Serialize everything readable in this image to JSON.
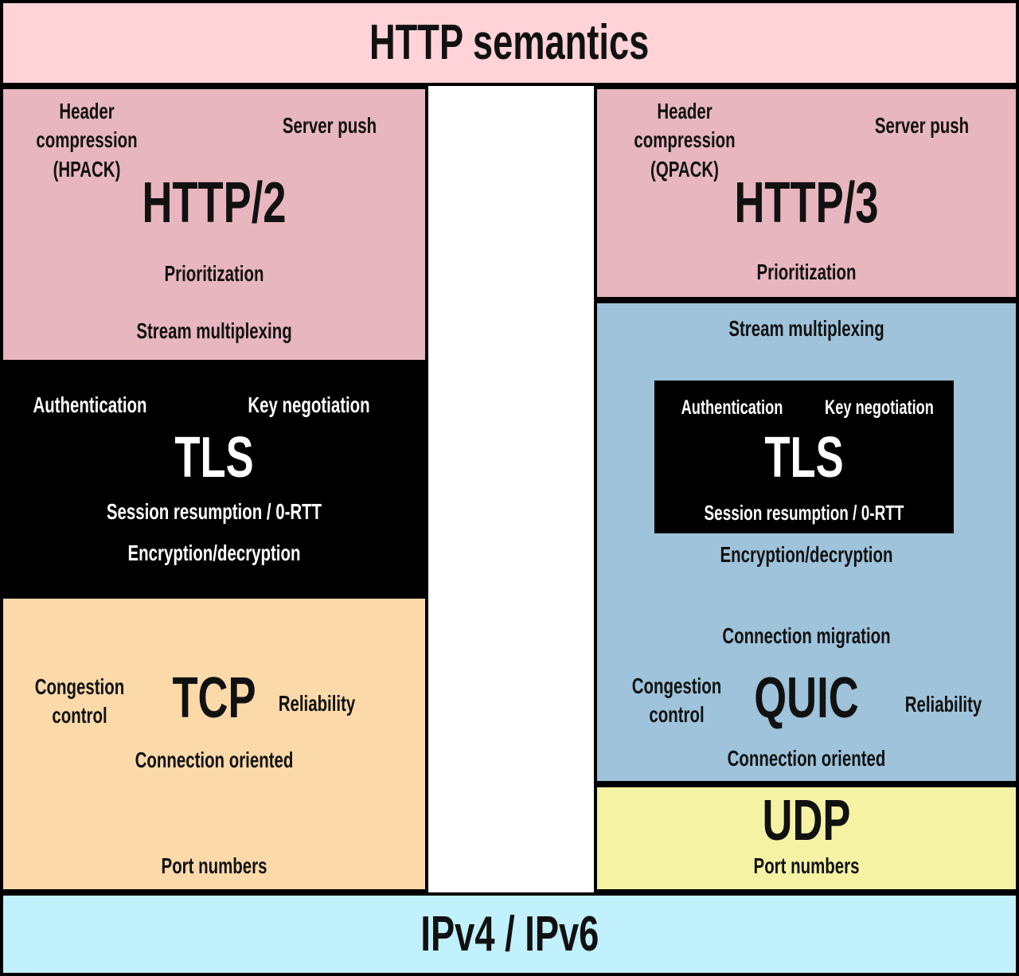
{
  "banner": {
    "title": "HTTP semantics"
  },
  "footer": {
    "title": "IPv4 / IPv6"
  },
  "http2": {
    "title": "HTTP/2",
    "header_compression": "Header compression",
    "codec": "(HPACK)",
    "server_push": "Server push",
    "prioritization": "Prioritization",
    "stream_multiplexing": "Stream multiplexing"
  },
  "tls2": {
    "title": "TLS",
    "authentication": "Authentication",
    "key_negotiation": "Key negotiation",
    "session_resumption": "Session resumption / 0-RTT",
    "encryption": "Encryption/decryption"
  },
  "tcp": {
    "title": "TCP",
    "congestion_control": "Congestion control",
    "reliability": "Reliability",
    "connection_oriented": "Connection oriented",
    "port_numbers": "Port numbers"
  },
  "http3": {
    "title": "HTTP/3",
    "header_compression": "Header compression",
    "codec": "(QPACK)",
    "server_push": "Server push",
    "prioritization": "Prioritization"
  },
  "quic": {
    "title": "QUIC",
    "stream_multiplexing": "Stream multiplexing",
    "encryption": "Encryption/decryption",
    "connection_migration": "Connection migration",
    "congestion_control": "Congestion control",
    "reliability": "Reliability",
    "connection_oriented": "Connection oriented"
  },
  "tls3": {
    "title": "TLS",
    "authentication": "Authentication",
    "key_negotiation": "Key negotiation",
    "session_resumption": "Session resumption / 0-RTT"
  },
  "udp": {
    "title": "UDP",
    "port_numbers": "Port numbers"
  },
  "colors": {
    "banner_pink": "#ffd3d8",
    "http_rose": "#e8b6bf",
    "tls_black": "#000000",
    "tcp_peach": "#fbd9a9",
    "quic_blue": "#9ec3da",
    "udp_yellow": "#f5f3a3",
    "ip_cyan": "#c1f1fc",
    "border_black": "#000000",
    "text_dark": "#111111",
    "text_light": "#ffffff"
  }
}
